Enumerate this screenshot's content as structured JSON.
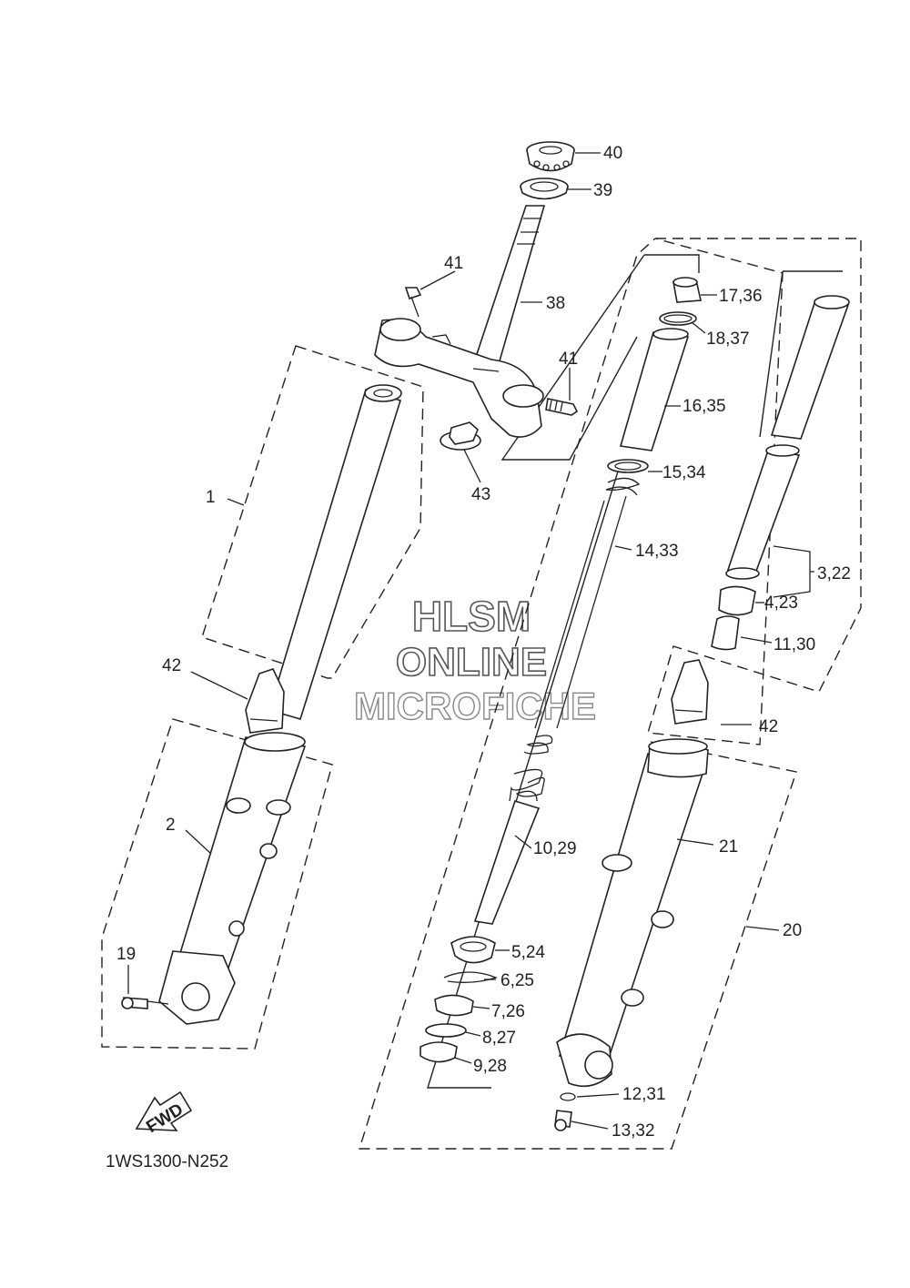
{
  "diagram": {
    "watermark": {
      "line1": "HLSM",
      "line2": "ONLINE",
      "line3": "MICROFICHE"
    },
    "reference_code": "1WS1300-N252",
    "fwd_arrow_text": "FWD",
    "callouts": {
      "p40": "40",
      "p39": "39",
      "p41a": "41",
      "p38": "38",
      "p41b": "41",
      "p43": "43",
      "p1": "1",
      "p1736": "17,36",
      "p1837": "18,37",
      "p1635": "16,35",
      "p1534": "15,34",
      "p1433": "14,33",
      "p322": "3,22",
      "p423": "4,23",
      "p1130": "11,30",
      "p42a": "42",
      "p42b": "42",
      "p2": "2",
      "p1029": "10,29",
      "p21": "21",
      "p20": "20",
      "p19": "19",
      "p524": "5,24",
      "p625": "6,25",
      "p726": "7,26",
      "p827": "8,27",
      "p928": "9,28",
      "p1231": "12,31",
      "p1332": "13,32"
    }
  }
}
